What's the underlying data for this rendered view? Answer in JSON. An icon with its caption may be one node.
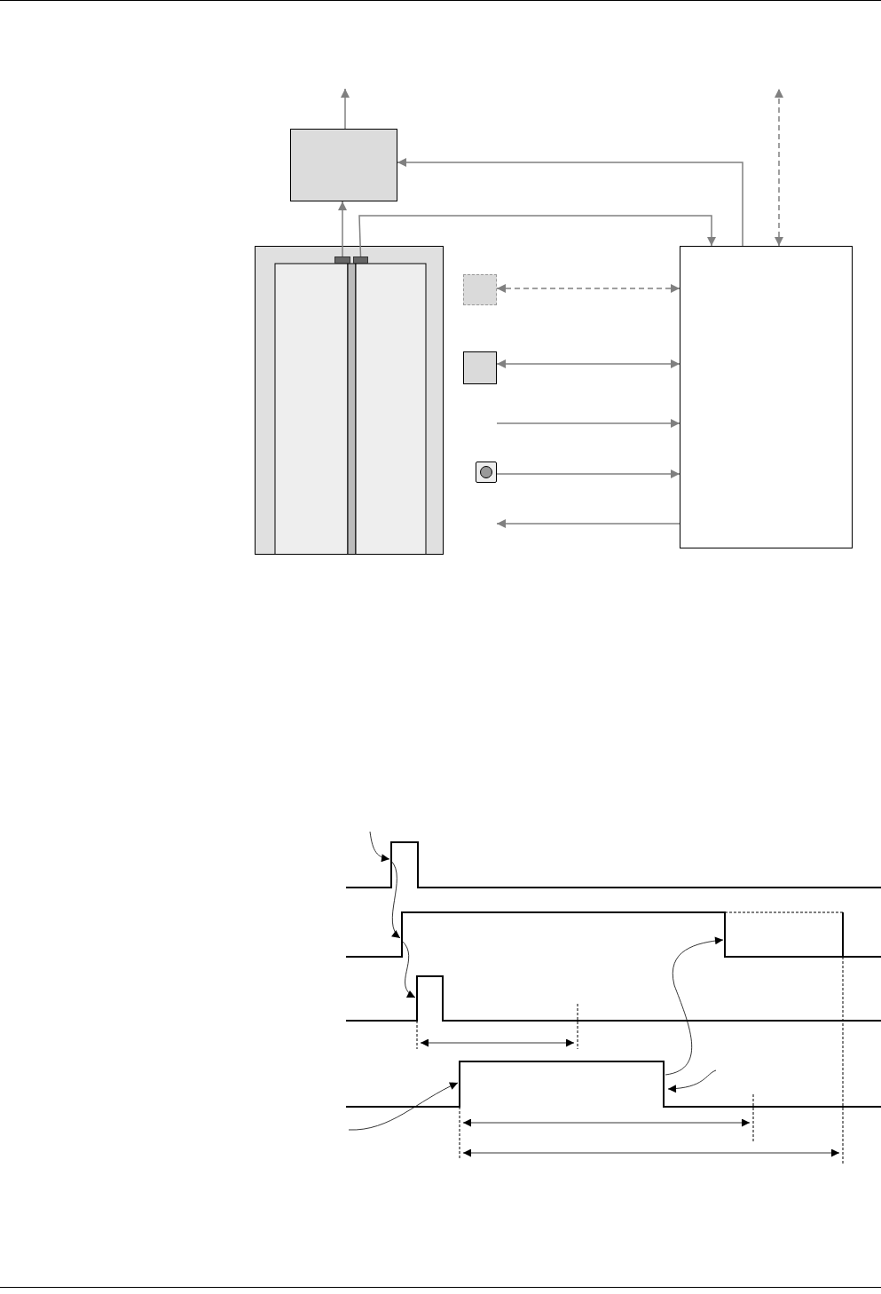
{
  "diagram": {
    "nodes": [
      {
        "text": [],
        "shape": "box"
      },
      {
        "text": [],
        "shape": "picture"
      },
      {
        "text": [],
        "shape": "bar",
        "in": 1
      },
      {
        "text": [],
        "shape": "bar",
        "in": 1
      },
      {
        "text": [],
        "shape": "box"
      },
      {
        "text": [],
        "shape": "box"
      },
      {
        "text": [],
        "shape": "box"
      },
      {
        "text": [],
        "shape": "button"
      }
    ],
    "edges": [
      {
        "from": 0,
        "to": null,
        "arrow": "to"
      },
      {
        "from": 2,
        "to": 0,
        "arrow": "to"
      },
      {
        "from": 3,
        "to": 4,
        "arrow": "to"
      },
      {
        "from": 4,
        "to": 0,
        "arrow": "to"
      },
      {
        "from": 4,
        "to": null,
        "arrow": "both",
        "style": "dashed"
      },
      {
        "from": 5,
        "to": 4,
        "arrow": "both",
        "style": "dashed"
      },
      {
        "from": 6,
        "to": 4,
        "arrow": "both"
      },
      {
        "from": null,
        "to": 4,
        "arrow": "to"
      },
      {
        "from": 7,
        "to": 4,
        "arrow": "to"
      },
      {
        "from": 4,
        "to": null,
        "arrow": "to"
      }
    ]
  }
}
